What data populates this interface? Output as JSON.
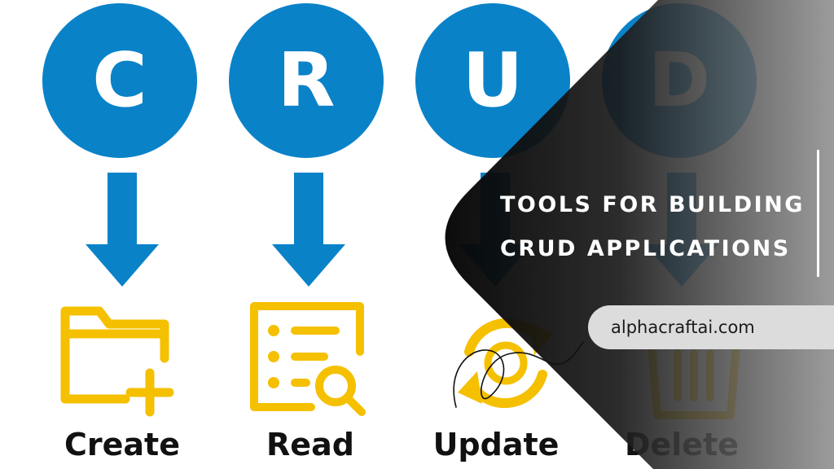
{
  "colors": {
    "primary_blue": "#0a82c8",
    "icon_yellow": "#f5c000",
    "label_text": "#111111",
    "overlay_dark": "#111111",
    "pill_bg": "#dcdcdc"
  },
  "letters": [
    "C",
    "R",
    "U",
    "D"
  ],
  "operations": [
    {
      "label": "Create",
      "icon": "folder-plus-icon"
    },
    {
      "label": "Read",
      "icon": "list-search-icon"
    },
    {
      "label": "Update",
      "icon": "refresh-cycle-icon"
    },
    {
      "label": "Delete",
      "icon": "trash-bin-icon"
    }
  ],
  "title_lines": [
    "TOOLS FOR BUILDING",
    "CRUD APPLICATIONS"
  ],
  "website": "alphacraftai.com"
}
